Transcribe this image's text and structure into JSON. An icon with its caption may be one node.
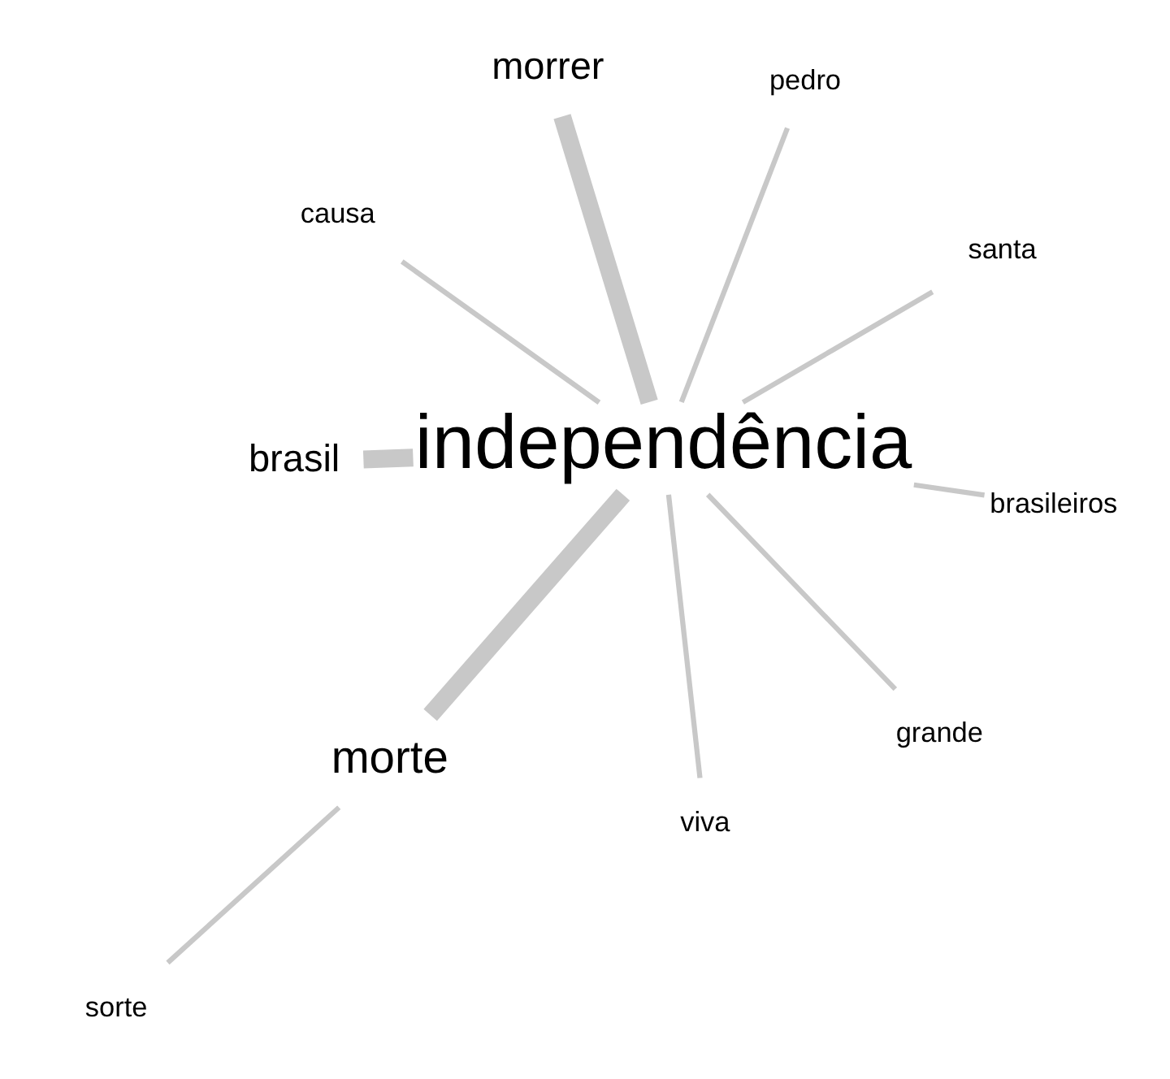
{
  "diagram": {
    "nodes": [
      {
        "text": [
          "sorte"
        ]
      },
      {
        "text": [
          "santa"
        ]
      },
      {
        "text": [
          "morte"
        ]
      },
      {
        "text": [
          "morrer"
        ]
      },
      {
        "text": [
          "pedro"
        ]
      },
      {
        "text": [
          "independência"
        ]
      },
      {
        "text": [
          "causa"
        ]
      },
      {
        "text": [
          "brasileiros"
        ]
      },
      {
        "text": [
          "brasil"
        ]
      },
      {
        "text": [
          "grande"
        ]
      },
      {
        "text": [
          "viva"
        ]
      }
    ],
    "edges": [
      {
        "from": 5,
        "to": 2,
        "arrow": "none",
        "style": "thick"
      },
      {
        "from": 2,
        "to": 0,
        "arrow": "none"
      },
      {
        "from": 5,
        "to": 3,
        "arrow": "none",
        "style": "thick"
      },
      {
        "from": 5,
        "to": 1,
        "arrow": "none"
      },
      {
        "from": 5,
        "to": 4,
        "arrow": "none"
      },
      {
        "from": 5,
        "to": 6,
        "arrow": "none"
      },
      {
        "from": 5,
        "to": 7,
        "arrow": "none"
      },
      {
        "from": 5,
        "to": 8,
        "arrow": "none",
        "style": "thick"
      },
      {
        "from": 5,
        "to": 9,
        "arrow": "none"
      },
      {
        "from": 5,
        "to": 10,
        "arrow": "none"
      }
    ]
  }
}
